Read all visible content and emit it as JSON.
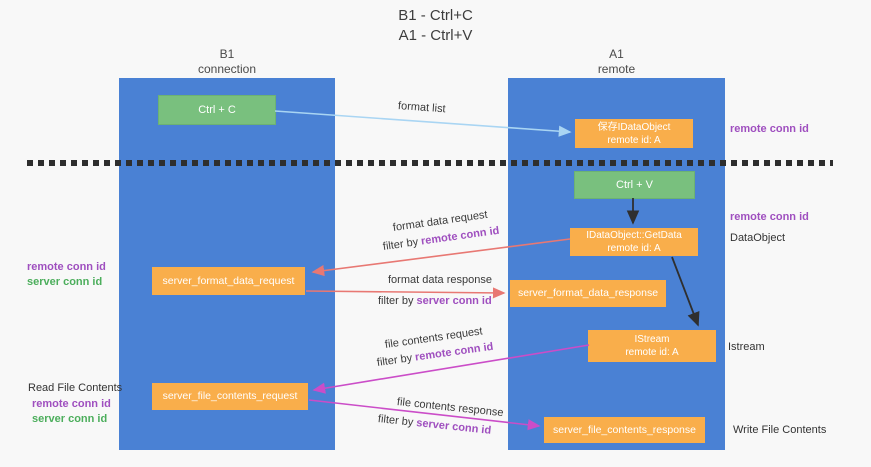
{
  "title": {
    "line1": "B1 - Ctrl+C",
    "line2": "A1 - Ctrl+V"
  },
  "columns": {
    "left": {
      "title": "B1",
      "subtitle": "connection"
    },
    "right": {
      "title": "A1",
      "subtitle": "remote"
    }
  },
  "boxes": {
    "ctrl_c": "Ctrl + C",
    "ctrl_v": "Ctrl + V",
    "save_idataobject": {
      "line1": "保存IDataObject",
      "line2": "remote id: A"
    },
    "idataobject_getdata": {
      "line1": "IDataObject::GetData",
      "line2": "remote id: A"
    },
    "istream": {
      "line1": "IStream",
      "line2": "remote id: A"
    },
    "server_format_data_request": "server_format_data_request",
    "server_format_data_response": "server_format_data_response",
    "server_file_contents_request": "server_file_contents_request",
    "server_file_contents_response": "server_file_contents_response"
  },
  "arrow_labels": {
    "format_list": "format list",
    "format_data_request": "format data request",
    "format_data_response": "format data response",
    "file_contents_request": "file contents request",
    "file_contents_response": "file contents response",
    "filter_by": "filter by "
  },
  "side_labels": {
    "remote_conn_id": "remote conn id",
    "server_conn_id": "server conn id",
    "dataobject": "DataObject",
    "istream": "Istream",
    "read_file_contents": "Read File Contents",
    "write_file_contents": "Write File Contents"
  },
  "colors": {
    "background": "#f8f8f8",
    "column_blue": "#4a81d4",
    "box_green": "#79c07e",
    "box_orange": "#f9ae4b",
    "arrow_light_blue": "#a9d5f3",
    "arrow_red": "#e87873",
    "arrow_magenta": "#cb4dc8",
    "arrow_black": "#2f2f2f",
    "text_purple": "#9f4fbf",
    "text_green": "#4cae5c"
  }
}
